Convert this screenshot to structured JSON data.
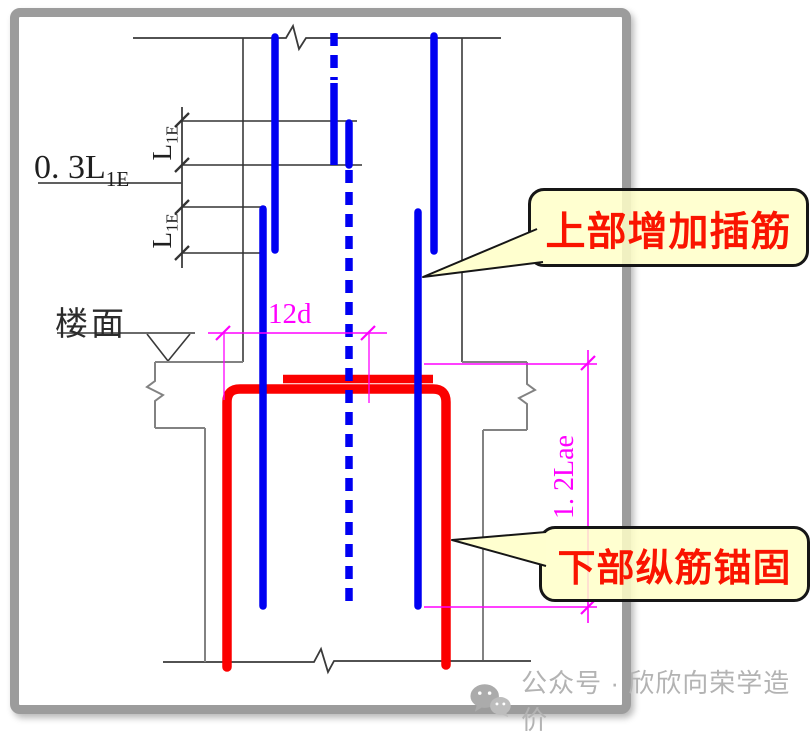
{
  "drawing": {
    "labels": {
      "floor": "楼面"
    },
    "dimensions": {
      "lap_offset": {
        "prefix": "0. 3L",
        "sub": "1E"
      },
      "lap_upper": {
        "prefix": "L",
        "sub": "1E"
      },
      "lap_lower": {
        "prefix": "L",
        "sub": "1E"
      },
      "bend_length": "12d",
      "anchorage_length": "1. 2Lae"
    },
    "callouts": {
      "upper": "上部增加插筋",
      "lower": "下部纵筋锚固"
    },
    "colors": {
      "rebar_blue": "#0000f2",
      "rebar_red": "#fb0000",
      "dimension_magenta": "#ff00ff",
      "structure_gray": "#828282",
      "line_dark": "#3a3a3a",
      "callout_fill": "#ffffc8",
      "callout_text": "#fa1400"
    }
  },
  "watermark": {
    "text": "公众号 · 欣欣向荣学造价"
  }
}
